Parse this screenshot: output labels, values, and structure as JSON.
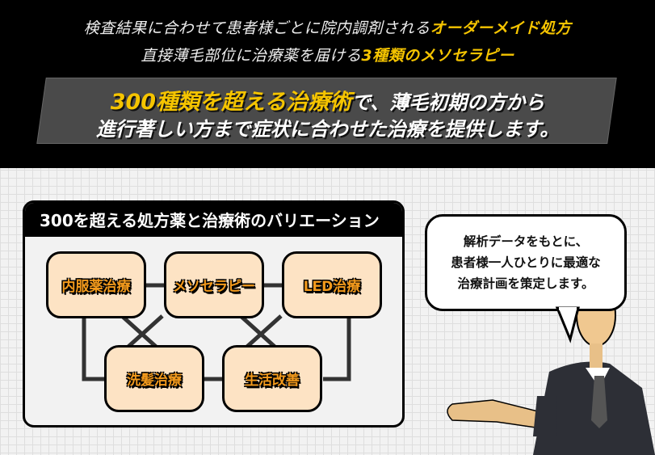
{
  "intro": {
    "line1": "検査結果に合わせて患者様ごとに院内調剤される",
    "line1_highlight": "オーダーメイド処方",
    "line2": "直接薄毛部位に治療薬を届ける",
    "line2_highlight": "3種類のメソセラピー"
  },
  "banner": {
    "highlight": "300種類を超える治療術",
    "line1_rest": "で、薄毛初期の方から",
    "line2": "進行著しい方まで症状に合わせた治療を提供します。"
  },
  "diagram": {
    "title": "300を超える処方薬と治療術のバリエーション",
    "nodes": [
      "内服薬治療",
      "メソセラピー",
      "LED治療",
      "洗髪治療",
      "生活改善"
    ]
  },
  "bubble": {
    "lines": [
      "解析データをもとに、",
      "患者様一人ひとりに最適な",
      "治療計画を策定します。"
    ]
  },
  "colors": {
    "accent": "#f5c400",
    "node_fill": "#fde3c4",
    "node_text": "#f39a1c"
  }
}
